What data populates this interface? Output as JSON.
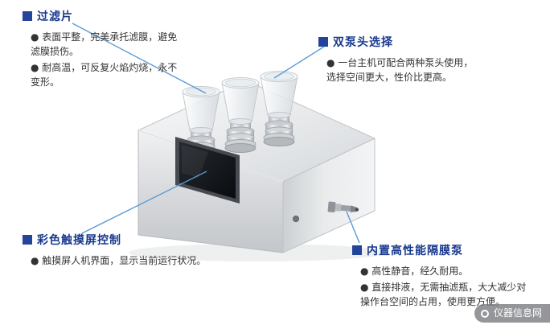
{
  "colors": {
    "title_blue": "#17388e",
    "bullet_square_blue": "#24439b",
    "leader_line_blue": "#5b9bd5",
    "body_text": "#333333",
    "watermark_bg": "#76797c"
  },
  "callouts": [
    {
      "id": "filter-disc",
      "title": "过滤片",
      "points": [
        "● 表面平整，完美承托滤膜，避免滤膜损伤。",
        "● 耐高温，可反复火焰灼烧，永不变形。"
      ]
    },
    {
      "id": "pump-head",
      "title": "双泵头选择",
      "points": [
        "● 一台主机可配合两种泵头使用，选择空间更大，性价比更高。"
      ]
    },
    {
      "id": "touch-screen",
      "title": "彩色触摸屏控制",
      "points": [
        "● 触摸屏人机界面，显示当前运行状况。"
      ]
    },
    {
      "id": "diaphragm-pump",
      "title": "内置高性能隔膜泵",
      "points": [
        "● 高性静音，经久耐用。",
        "● 直接排液，无需抽滤瓶，大大减少对操作台空间的占用，使用更方便。"
      ]
    }
  ],
  "watermark": {
    "text": "仪器信息网"
  }
}
